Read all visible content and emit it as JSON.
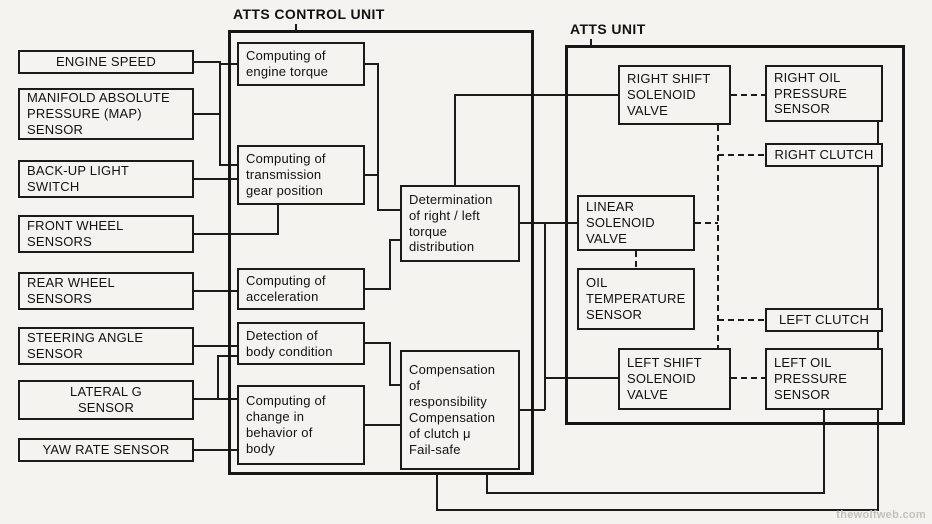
{
  "diagram": {
    "background": "#f4f3ef",
    "line_color": "#1b1b1b",
    "watermark": "thewolfweb.com",
    "sensors": [
      {
        "id": "engine-speed",
        "label": "ENGINE SPEED"
      },
      {
        "id": "map-sensor",
        "label": "MANIFOLD ABSOLUTE\nPRESSURE (MAP)\nSENSOR"
      },
      {
        "id": "backup-light-switch",
        "label": "BACK-UP LIGHT\nSWITCH"
      },
      {
        "id": "front-wheel-sensors",
        "label": "FRONT WHEEL\nSENSORS"
      },
      {
        "id": "rear-wheel-sensors",
        "label": "REAR WHEEL\nSENSORS"
      },
      {
        "id": "steering-angle-sensor",
        "label": "STEERING ANGLE\nSENSOR"
      },
      {
        "id": "lateral-g-sensor",
        "label": "LATERAL G\nSENSOR"
      },
      {
        "id": "yaw-rate-sensor",
        "label": "YAW RATE SENSOR"
      }
    ],
    "control_unit": {
      "title": "ATTS CONTROL UNIT",
      "blocks": [
        {
          "id": "engine-torque",
          "label": "Computing of\nengine torque"
        },
        {
          "id": "gear-position",
          "label": "Computing of\ntransmission\ngear position"
        },
        {
          "id": "acceleration",
          "label": "Computing of\nacceleration"
        },
        {
          "id": "body-condition",
          "label": "Detection of\nbody condition"
        },
        {
          "id": "body-behavior",
          "label": "Computing of\nchange in\nbehavior of\nbody"
        },
        {
          "id": "torque-distribution",
          "label": "Determination\nof right / left\ntorque\ndistribution"
        },
        {
          "id": "compensation",
          "label": "Compensation\nof\nresponsibility\nCompensation\nof clutch μ\nFail-safe"
        }
      ]
    },
    "atts_unit": {
      "title": "ATTS UNIT",
      "blocks": [
        {
          "id": "right-shift-solenoid",
          "label": "RIGHT SHIFT\nSOLENOID\nVALVE"
        },
        {
          "id": "right-oil-pressure",
          "label": "RIGHT OIL\nPRESSURE\nSENSOR"
        },
        {
          "id": "right-clutch",
          "label": "RIGHT CLUTCH"
        },
        {
          "id": "linear-solenoid",
          "label": "LINEAR\nSOLENOID\nVALVE"
        },
        {
          "id": "oil-temperature",
          "label": "OIL\nTEMPERATURE\nSENSOR"
        },
        {
          "id": "left-clutch",
          "label": "LEFT CLUTCH"
        },
        {
          "id": "left-shift-solenoid",
          "label": "LEFT SHIFT\nSOLENOID\nVALVE"
        },
        {
          "id": "left-oil-pressure",
          "label": "LEFT OIL\nPRESSURE\nSENSOR"
        }
      ]
    }
  }
}
